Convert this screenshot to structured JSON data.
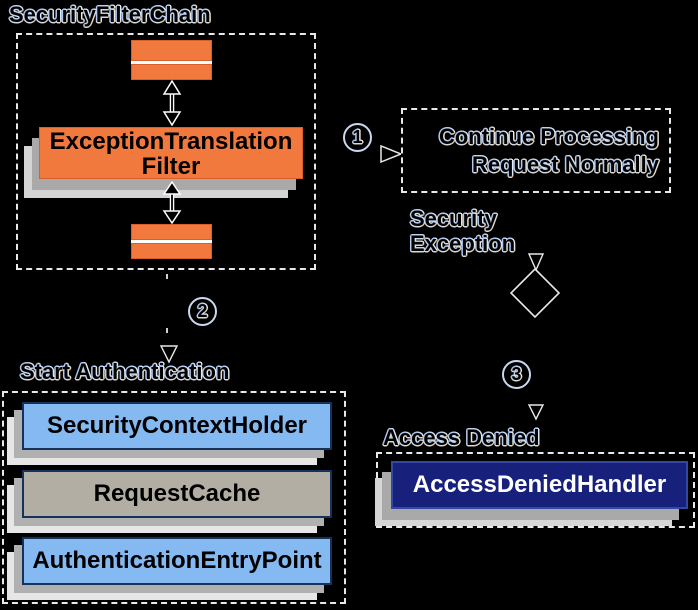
{
  "title": "SecurityFilterChain",
  "steps": {
    "s1": "1",
    "s2": "2",
    "s3": "3"
  },
  "filter_chain": {
    "exception_filter_line1": "ExceptionTranslation",
    "exception_filter_line2": "Filter"
  },
  "continue_box": {
    "line1": "Continue Processing",
    "line2": "Request Normally"
  },
  "security_exception": {
    "line1": "Security",
    "line2": "Exception"
  },
  "start_authentication": {
    "label": "Start Authentication",
    "items": [
      {
        "label": "SecurityContextHolder",
        "color": "#85b9f2"
      },
      {
        "label": "RequestCache",
        "color": "#b3aea4"
      },
      {
        "label": "AuthenticationEntryPoint",
        "color": "#85b9f2"
      }
    ]
  },
  "access_denied": {
    "label": "Access Denied",
    "handler_label": "AccessDeniedHandler",
    "handler_color": "#17217c"
  },
  "colors": {
    "background": "#000000",
    "orange": "#f2793d",
    "orange_border": "#d85f2b",
    "light_blue": "#85b9f2",
    "tan": "#b3aea4",
    "navy": "#17217c",
    "navy_border": "#3347a5",
    "node_border": "#16325c",
    "shadow_near": "#a9a9a9",
    "shadow_far": "#d6d6d6",
    "dashed_border": "#e8e8e8"
  }
}
